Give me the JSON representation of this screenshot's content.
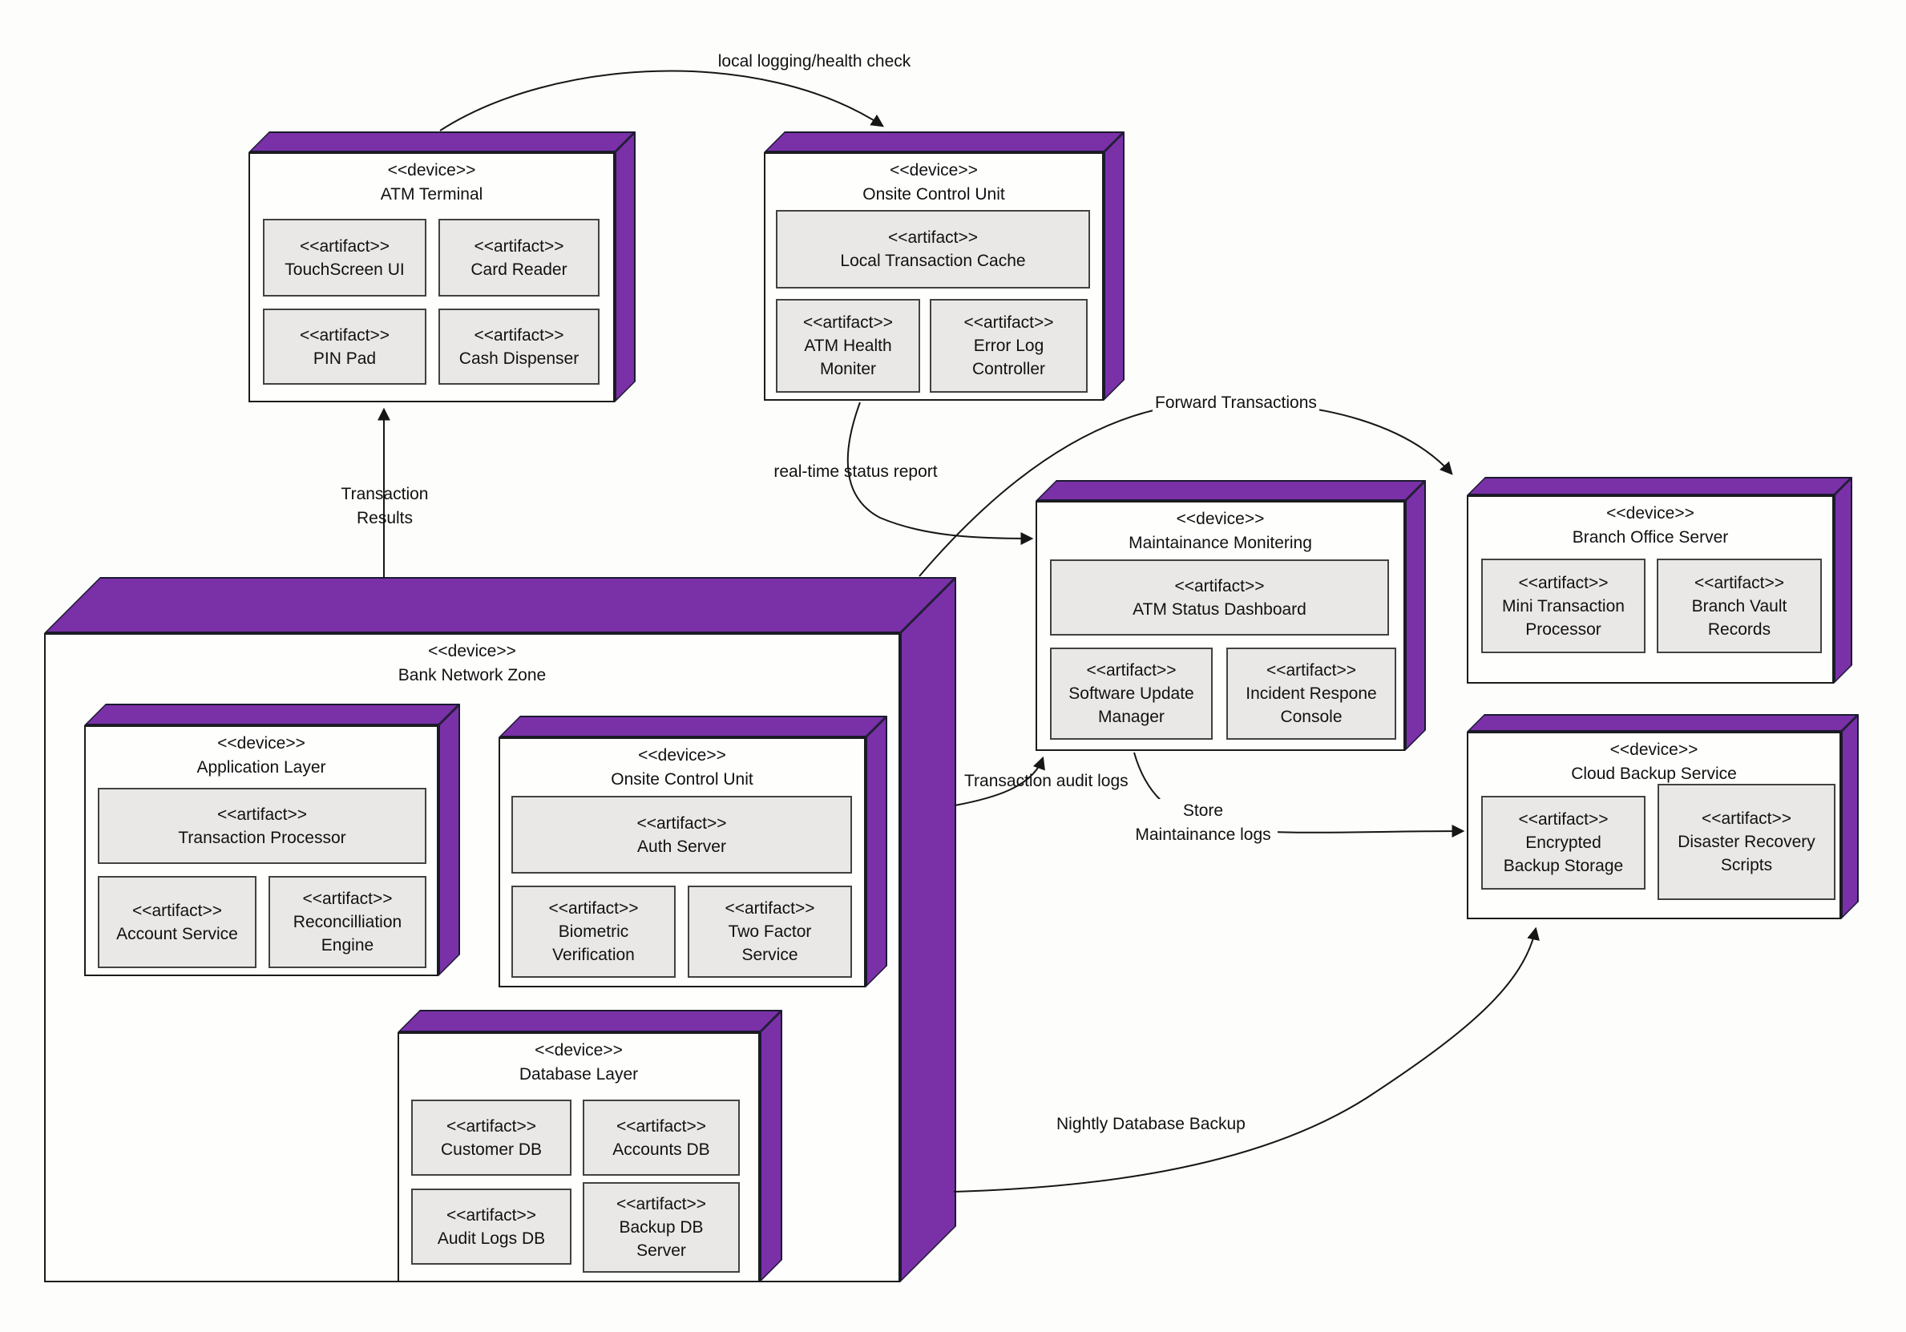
{
  "diagram": {
    "stereotype_device": "<<device>>",
    "stereotype_artifact": "<<artifact>>"
  },
  "colors": {
    "device_3d_purple": "#7a31a8",
    "face_fill": "#fefefd",
    "artifact_fill": "#e9e8e6",
    "border": "#1c1c1c"
  },
  "nodes": {
    "atm_terminal": {
      "title": "ATM Terminal",
      "artifacts": [
        "TouchScreen UI",
        "Card Reader",
        "PIN Pad",
        "Cash Dispenser"
      ]
    },
    "onsite_control_unit_top": {
      "title": "Onsite Control Unit",
      "artifacts": [
        "Local Transaction Cache",
        "ATM Health\nMoniter",
        "Error Log\nController"
      ]
    },
    "maintainance_monitering": {
      "title": "Maintainance Monitering",
      "artifacts": [
        "ATM Status Dashboard",
        "Software Update\nManager",
        "Incident Respone\nConsole"
      ]
    },
    "branch_office_server": {
      "title": "Branch Office Server",
      "artifacts": [
        "Mini Transaction\nProcessor",
        "Branch Vault\nRecords"
      ]
    },
    "cloud_backup_service": {
      "title": "Cloud Backup Service",
      "artifacts": [
        "Encrypted\nBackup Storage",
        "Disaster Recovery\nScripts"
      ]
    },
    "bank_network_zone": {
      "title": "Bank Network Zone"
    },
    "application_layer": {
      "title": "Application Layer",
      "artifacts": [
        "Transaction Processor",
        "Account Service",
        "Reconcilliation\nEngine"
      ]
    },
    "onsite_control_unit_inner": {
      "title": "Onsite Control Unit",
      "artifacts": [
        "Auth Server",
        "Biometric\nVerification",
        "Two Factor\nService"
      ]
    },
    "database_layer": {
      "title": "Database Layer",
      "artifacts": [
        "Customer DB",
        "Accounts DB",
        "Audit Logs DB",
        "Backup DB\nServer"
      ]
    }
  },
  "connections": {
    "local_logging": "local logging/health check",
    "transaction_results": "Transaction\nResults",
    "realtime_status": "real-time status report",
    "forward_transactions": "Forward Transactions",
    "transaction_audit": "Transaction audit logs",
    "store_logs": "Store\nMaintainance logs",
    "nightly_backup": "Nightly Database Backup"
  }
}
